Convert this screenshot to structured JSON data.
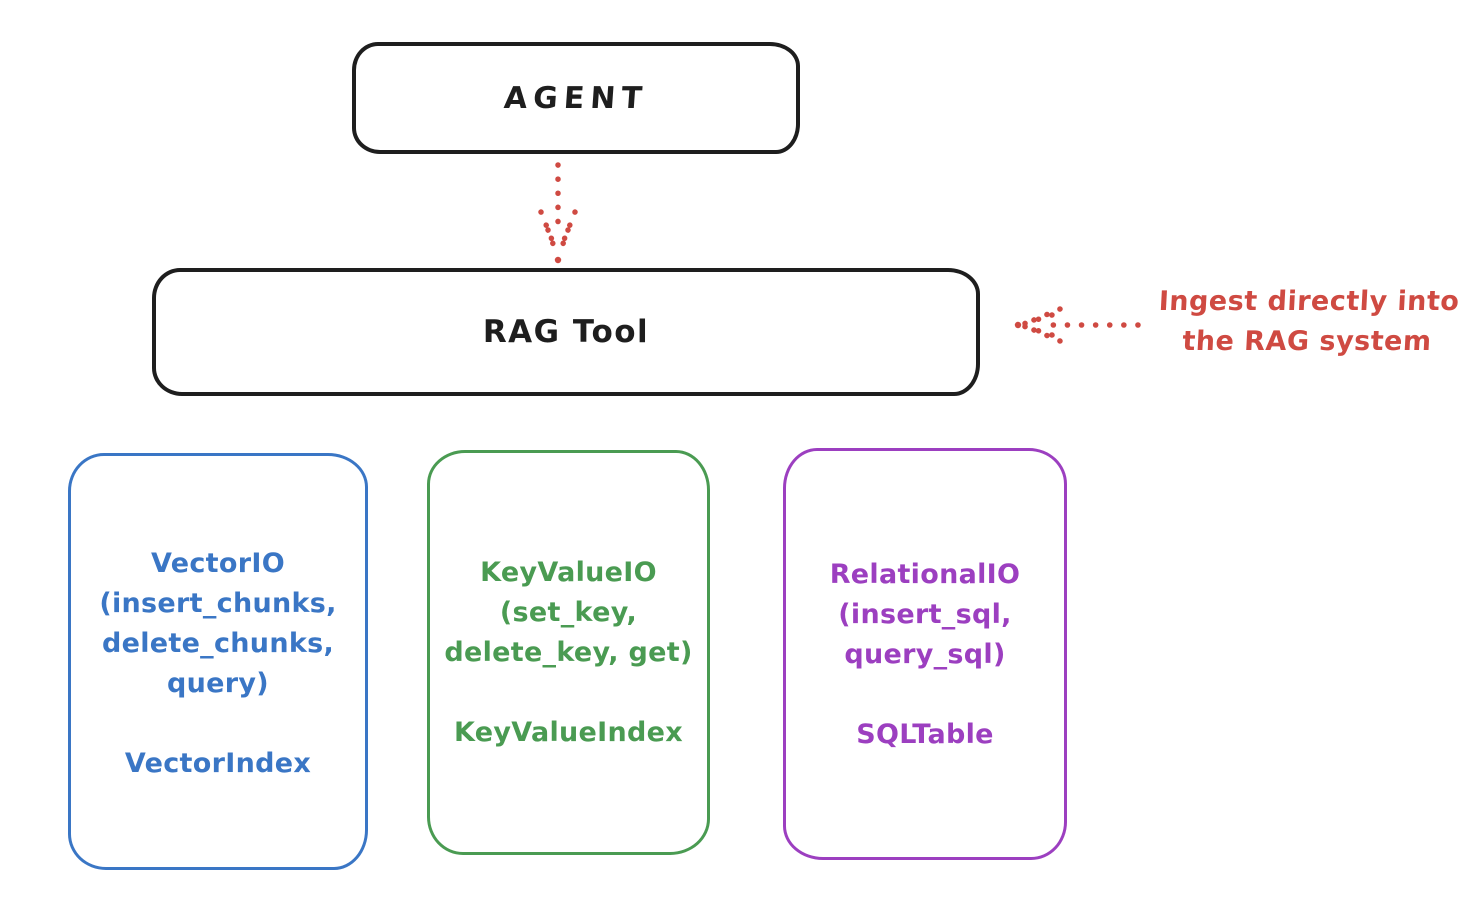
{
  "colors": {
    "ink": "#1e1e1e",
    "red": "#cf4a42",
    "blue": "#3a76c5",
    "green": "#4a9b52",
    "purple": "#9c3fc0",
    "background": "#ffffff"
  },
  "agent": {
    "label": "AGENT"
  },
  "rag_tool": {
    "label": "RAG Tool"
  },
  "icons": {
    "agent_to_rag": "arrow-down-dotted-icon",
    "annotation_pointer": "arrow-left-dotted-icon"
  },
  "annotation": {
    "lines": [
      "Ingest directly into",
      "the RAG system"
    ]
  },
  "backends": [
    {
      "name": "vector-io",
      "color": "#3a76c5",
      "io_lines": [
        "VectorIO",
        "(insert_chunks,",
        "delete_chunks,",
        "query)"
      ],
      "index_label": "VectorIndex"
    },
    {
      "name": "keyvalue-io",
      "color": "#4a9b52",
      "io_lines": [
        "KeyValueIO",
        "(set_key,",
        "delete_key, get)"
      ],
      "index_label": "KeyValueIndex"
    },
    {
      "name": "relational-io",
      "color": "#9c3fc0",
      "io_lines": [
        "RelationalIO",
        "(insert_sql,",
        "query_sql)"
      ],
      "index_label": "SQLTable"
    }
  ]
}
